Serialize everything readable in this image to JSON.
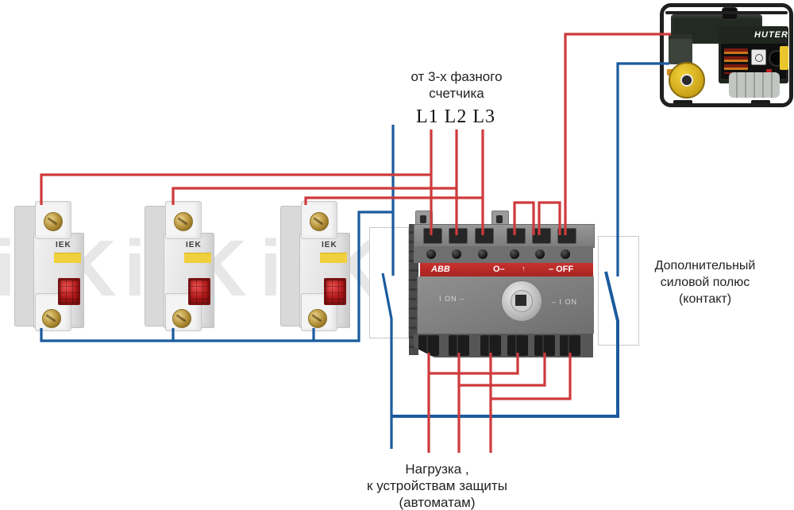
{
  "colors": {
    "wire_red": "#cf3a3c",
    "wire_blue": "#1b5b9e",
    "iek_yellow": "#f0d03c",
    "abb_band": "#c8312f",
    "huter_yellow": "#e8c62c"
  },
  "labels": {
    "meter_source": {
      "line1": "от 3-х фазного",
      "line2": "счетчика"
    },
    "phases": "L1 L2 L3",
    "aux_pole": {
      "line1": "Дополнительный",
      "line2": "силовой полюс",
      "line3": "(контакт)"
    },
    "load": {
      "line1": "Нагрузка ,",
      "line2": "к  устройствам защиты",
      "line3": "(автоматам)"
    }
  },
  "devices": {
    "lamp": {
      "brand": "IEK",
      "watermark": "iEK"
    },
    "switch": {
      "brand": "ABB",
      "band_o": "O–",
      "band_arrow": "↑",
      "band_off": "– OFF",
      "on_left": "I ON –",
      "on_right": "– I ON"
    },
    "generator": {
      "brand": "HUTER"
    }
  }
}
